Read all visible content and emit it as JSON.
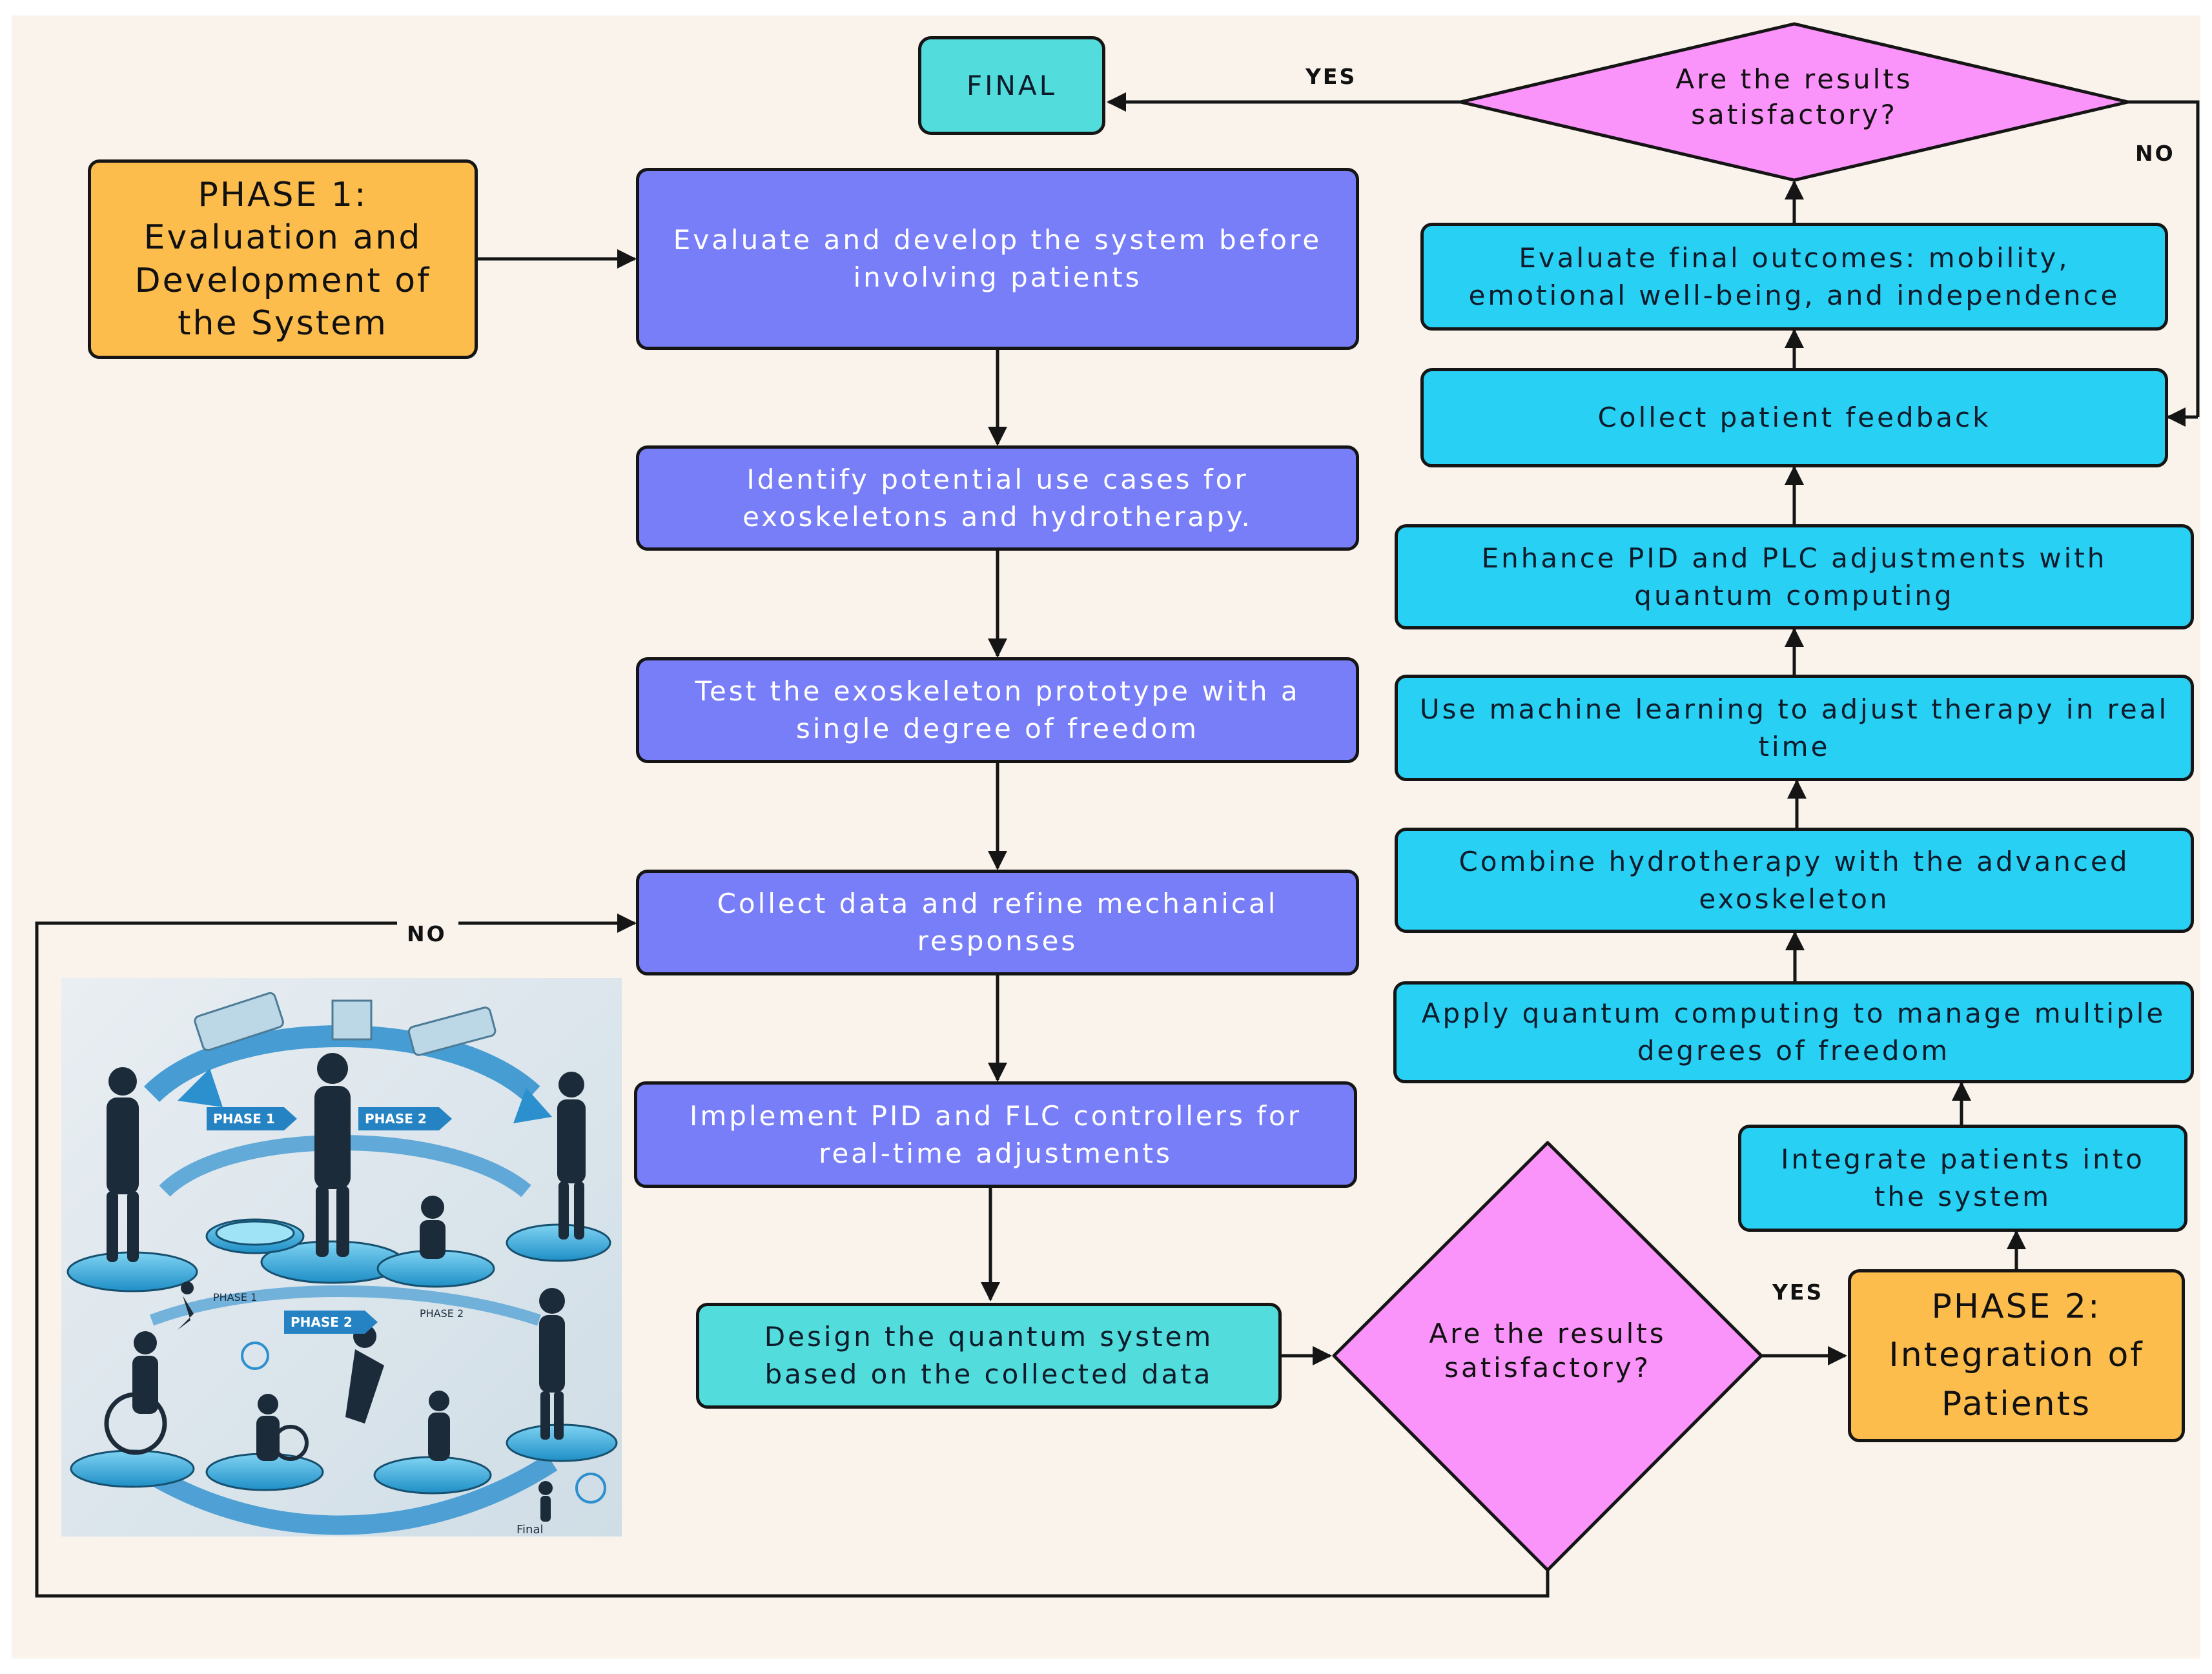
{
  "colors": {
    "background": "#f9f3eb",
    "process_purple": "#787ef8",
    "process_cyan": "#28d0f4",
    "terminal_teal": "#53dcdc",
    "phase_orange": "#fdbd4d",
    "decision_pink": "#fa94fa",
    "outline": "#151515"
  },
  "phase1": {
    "title": "PHASE 1:",
    "subtitle": "Evaluation and Development of the System"
  },
  "phase2": {
    "title": "PHASE 2:",
    "subtitle": "Integration of Patients"
  },
  "final": {
    "label": "FINAL"
  },
  "left_column": [
    "Evaluate and develop the system before involving patients",
    "Identify potential use cases for exoskeletons and hydrotherapy.",
    "Test the exoskeleton prototype with a single degree of freedom",
    "Collect data and refine mechanical responses",
    "Implement PID and FLC controllers for real-time adjustments"
  ],
  "design_box": "Design the quantum system based on the collected data",
  "right_column": [
    "Evaluate final outcomes: mobility, emotional well-being, and independence",
    "Collect patient feedback",
    "Enhance PID and PLC adjustments with quantum computing",
    "Use machine learning to adjust therapy in real time",
    "Combine hydrotherapy with the advanced exoskeleton",
    "Apply quantum computing to manage multiple degrees of freedom",
    "Integrate patients into the system"
  ],
  "decision_top": "Are the results satisfactory?",
  "decision_bottom": "Are the results satisfactory?",
  "labels": {
    "yes_top": "YES",
    "no_top": "NO",
    "yes_bottom": "YES",
    "no_bottom": "NO"
  },
  "illustration": {
    "labels": [
      "PHASE 1",
      "PHASE 2",
      "PHASE 1",
      "PHASE 2",
      "PHASE 2",
      "Final"
    ]
  }
}
